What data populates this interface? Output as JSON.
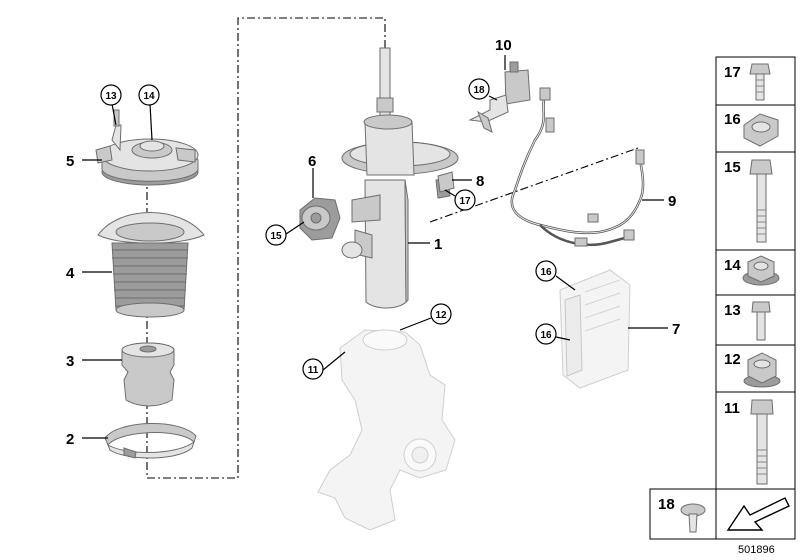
{
  "callouts": {
    "c1": "1",
    "c2": "2",
    "c3": "3",
    "c4": "4",
    "c5": "5",
    "c6": "6",
    "c7": "7",
    "c8": "8",
    "c9": "9",
    "c10": "10",
    "c11": "11",
    "c12": "12",
    "c13": "13",
    "c14": "14",
    "c15": "15",
    "c16a": "16",
    "c16b": "16",
    "c17": "17",
    "c18": "18"
  },
  "legend": {
    "items": [
      "17",
      "16",
      "15",
      "14",
      "13",
      "12",
      "11"
    ],
    "bottom_item": "18"
  },
  "footer": {
    "diagram_number": "501896"
  }
}
